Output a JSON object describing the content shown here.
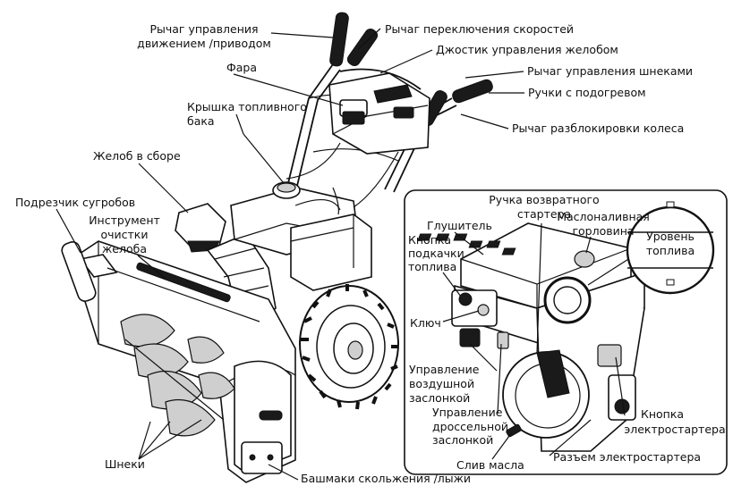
{
  "labels": {
    "motion_lever_1": "Рычаг управления",
    "motion_lever_2": "движением /приводом",
    "speed_lever": "Рычаг переключения скоростей",
    "chute_joystick": "Джостик управления желобом",
    "headlight": "Фара",
    "auger_lever": "Рычаг управления шнеками",
    "heated_grips": "Ручки с подогревом",
    "fuel_cap_1": "Крышка топливного",
    "fuel_cap_2": "бака",
    "wheel_release": "Рычаг разблокировки колеса",
    "chute_assembly": "Желоб в сборе",
    "drift_cutter": "Подрезчик сугробов",
    "clean_tool_1": "Инструмент",
    "clean_tool_2": "очистки",
    "clean_tool_3": "желоба",
    "recoil_1": "Ручка возвратного",
    "recoil_2": "стартера",
    "muffler": "Глушитель",
    "oil_fill_1": "Маслоналивная",
    "oil_fill_2": "горловина",
    "primer_1": "Кнопка",
    "primer_2": "подкачки",
    "primer_3": "топлива",
    "fuel_level_1": "Уровень",
    "fuel_level_2": "топлива",
    "key": "Ключ",
    "choke_1": "Управление",
    "choke_2": "воздушной",
    "choke_3": "заслонкой",
    "throttle_1": "Управление",
    "throttle_2": "дроссельной",
    "throttle_3": "заслонкой",
    "electric_button_1": "Кнопка",
    "electric_button_2": "электростартера",
    "augers": "Шнеки",
    "oil_drain": "Слив масла",
    "electric_socket": "Разъем электростартера",
    "skid_shoes": "Башмаки скольжения /лыжи"
  }
}
